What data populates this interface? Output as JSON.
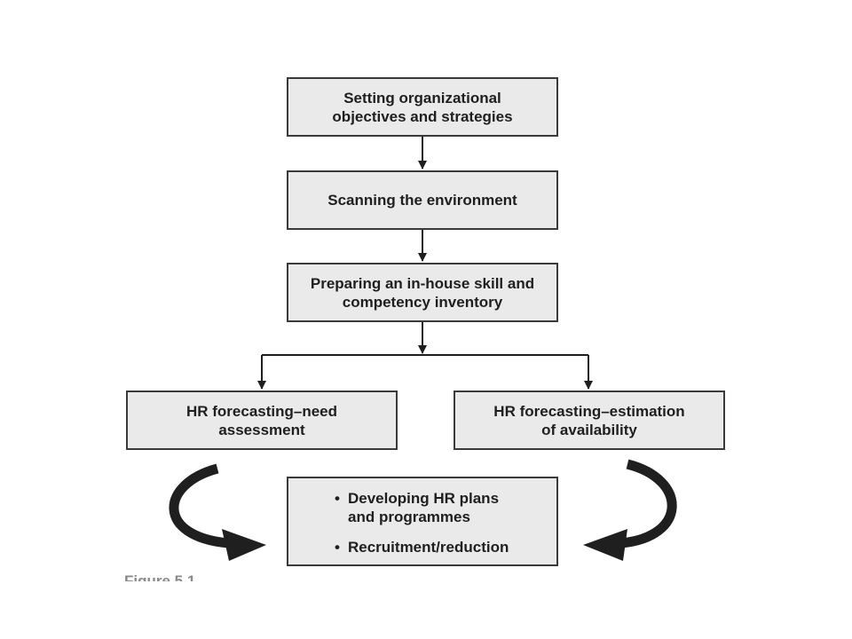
{
  "boxes": {
    "objectives": "Setting organizational\nobjectives and strategies",
    "scanning": "Scanning the environment",
    "inventory": "Preparing an in-house skill and\ncompetency inventory",
    "need": "HR forecasting–need\nassessment",
    "availability": "HR forecasting–estimation\nof availability"
  },
  "plans": {
    "items": [
      "Developing HR plans\nand programmes",
      "Recruitment/reduction"
    ]
  },
  "caption": "Figure 5.1",
  "colors": {
    "box_fill": "#eaeaea",
    "box_border": "#3a3a3a",
    "line": "#1f1f1f"
  }
}
